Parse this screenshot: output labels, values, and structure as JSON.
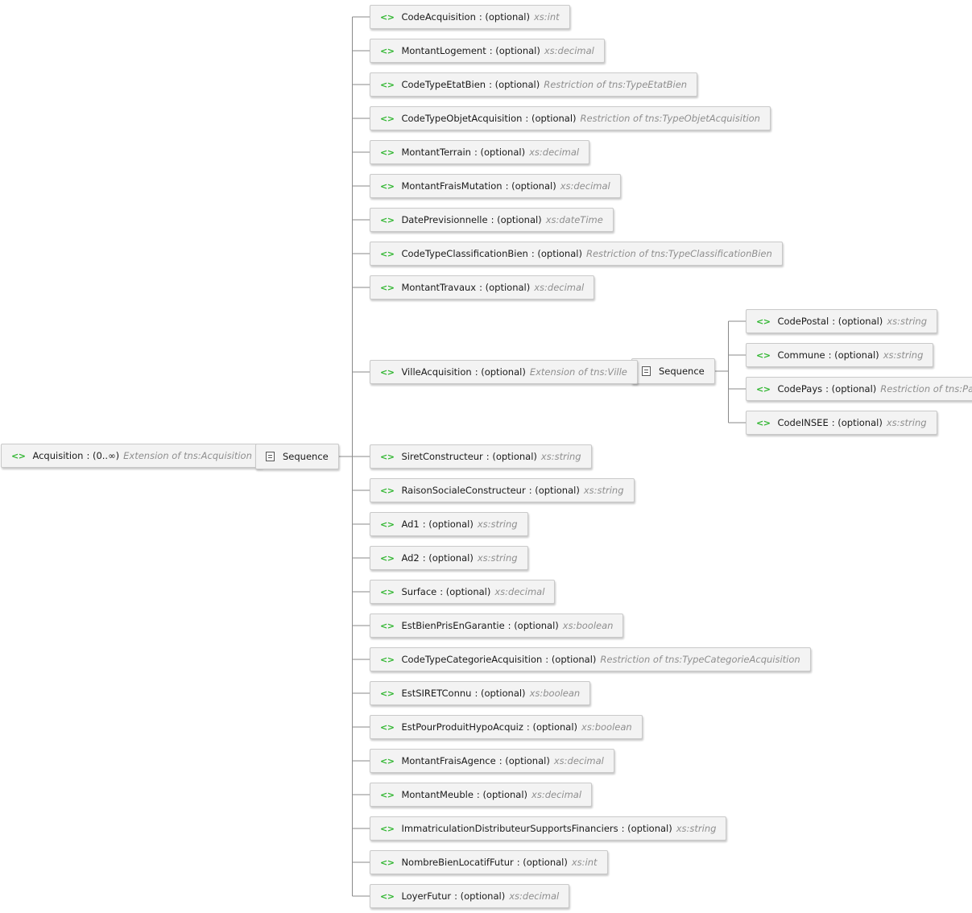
{
  "root": {
    "name": "Acquisition",
    "occurs": "(0..∞)",
    "type": "Extension of tns:Acquisition"
  },
  "sequence_label": "Sequence",
  "elements": [
    {
      "name": "CodeAcquisition",
      "occurs": "(optional)",
      "type": "xs:int"
    },
    {
      "name": "MontantLogement",
      "occurs": "(optional)",
      "type": "xs:decimal"
    },
    {
      "name": "CodeTypeEtatBien",
      "occurs": "(optional)",
      "type": "Restriction of tns:TypeEtatBien"
    },
    {
      "name": "CodeTypeObjetAcquisition",
      "occurs": "(optional)",
      "type": "Restriction of tns:TypeObjetAcquisition"
    },
    {
      "name": "MontantTerrain",
      "occurs": "(optional)",
      "type": "xs:decimal"
    },
    {
      "name": "MontantFraisMutation",
      "occurs": "(optional)",
      "type": "xs:decimal"
    },
    {
      "name": "DatePrevisionnelle",
      "occurs": "(optional)",
      "type": "xs:dateTime"
    },
    {
      "name": "CodeTypeClassificationBien",
      "occurs": "(optional)",
      "type": "Restriction of tns:TypeClassificationBien"
    },
    {
      "name": "MontantTravaux",
      "occurs": "(optional)",
      "type": "xs:decimal"
    },
    {
      "name": "VilleAcquisition",
      "occurs": "(optional)",
      "type": "Extension of tns:Ville"
    },
    {
      "name": "SiretConstructeur",
      "occurs": "(optional)",
      "type": "xs:string"
    },
    {
      "name": "RaisonSocialeConstructeur",
      "occurs": "(optional)",
      "type": "xs:string"
    },
    {
      "name": "Ad1",
      "occurs": "(optional)",
      "type": "xs:string"
    },
    {
      "name": "Ad2",
      "occurs": "(optional)",
      "type": "xs:string"
    },
    {
      "name": "Surface",
      "occurs": "(optional)",
      "type": "xs:decimal"
    },
    {
      "name": "EstBienPrisEnGarantie",
      "occurs": "(optional)",
      "type": "xs:boolean"
    },
    {
      "name": "CodeTypeCategorieAcquisition",
      "occurs": "(optional)",
      "type": "Restriction of tns:TypeCategorieAcquisition"
    },
    {
      "name": "EstSIRETConnu",
      "occurs": "(optional)",
      "type": "xs:boolean"
    },
    {
      "name": "EstPourProduitHypoAcquiz",
      "occurs": "(optional)",
      "type": "xs:boolean"
    },
    {
      "name": "MontantFraisAgence",
      "occurs": "(optional)",
      "type": "xs:decimal"
    },
    {
      "name": "MontantMeuble",
      "occurs": "(optional)",
      "type": "xs:decimal"
    },
    {
      "name": "ImmatriculationDistributeurSupportsFinanciers",
      "occurs": "(optional)",
      "type": "xs:string"
    },
    {
      "name": "NombreBienLocatifFutur",
      "occurs": "(optional)",
      "type": "xs:int"
    },
    {
      "name": "LoyerFutur",
      "occurs": "(optional)",
      "type": "xs:decimal"
    }
  ],
  "ville_children": [
    {
      "name": "CodePostal",
      "occurs": "(optional)",
      "type": "xs:string"
    },
    {
      "name": "Commune",
      "occurs": "(optional)",
      "type": "xs:string"
    },
    {
      "name": "CodePays",
      "occurs": "(optional)",
      "type": "Restriction of tns:Pays"
    },
    {
      "name": "CodeINSEE",
      "occurs": "(optional)",
      "type": "xs:string"
    }
  ]
}
